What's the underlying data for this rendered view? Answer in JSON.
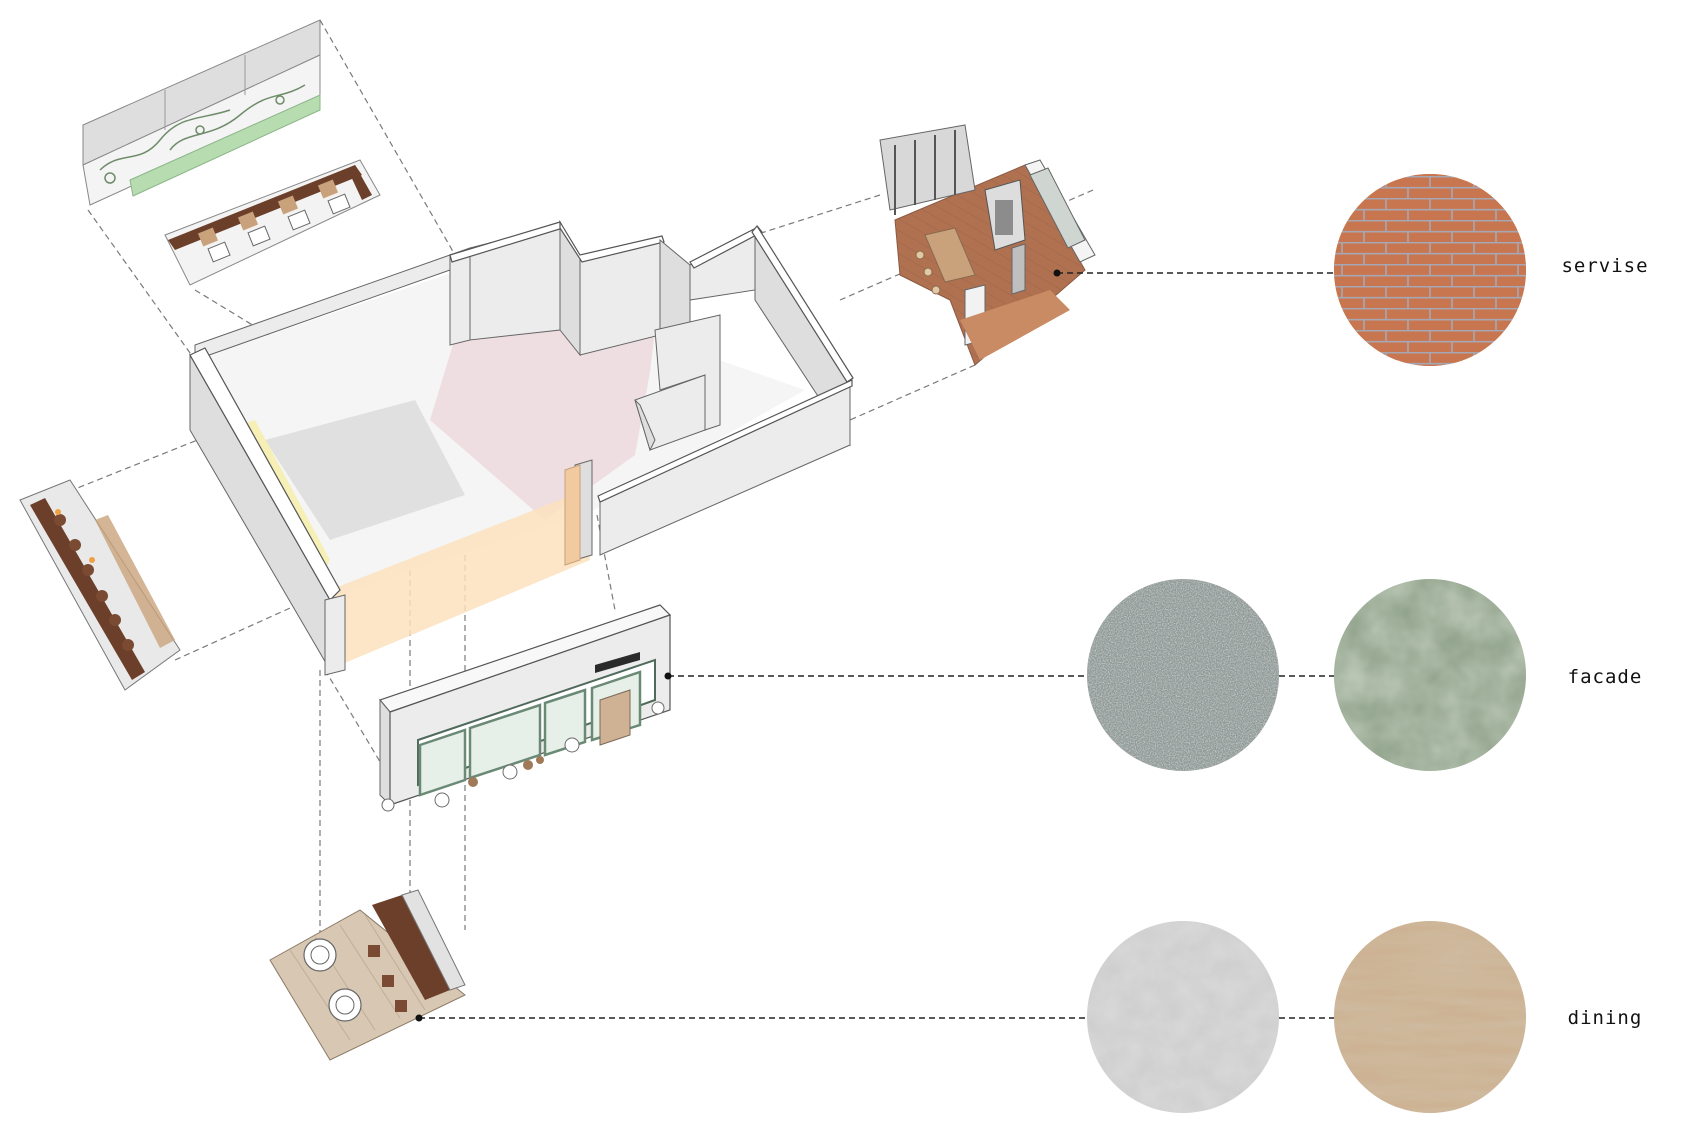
{
  "labels": {
    "servise": "servise",
    "facade": "facade",
    "dining": "dining"
  },
  "materials": {
    "servise": [
      {
        "name": "terracotta-brick-tile",
        "color": "#c8764f",
        "grout": "#a7a7b3"
      }
    ],
    "facade": [
      {
        "name": "grey-terrazzo",
        "color": "#8f9896"
      },
      {
        "name": "green-plaster",
        "color": "#93a48d"
      }
    ],
    "dining": [
      {
        "name": "light-concrete",
        "color": "#cfcfcf"
      },
      {
        "name": "travertine",
        "color": "#cdb394"
      }
    ]
  },
  "zone_colors": {
    "kitchen_zone": "#eedcdf",
    "entrance_zone": "#fbe2bd",
    "light_strip": "#f6efb6",
    "main_floor": "#e0e0e0",
    "booth_leather": "#6b3f2a",
    "wall_graphic_green": "#b6dcb0"
  }
}
